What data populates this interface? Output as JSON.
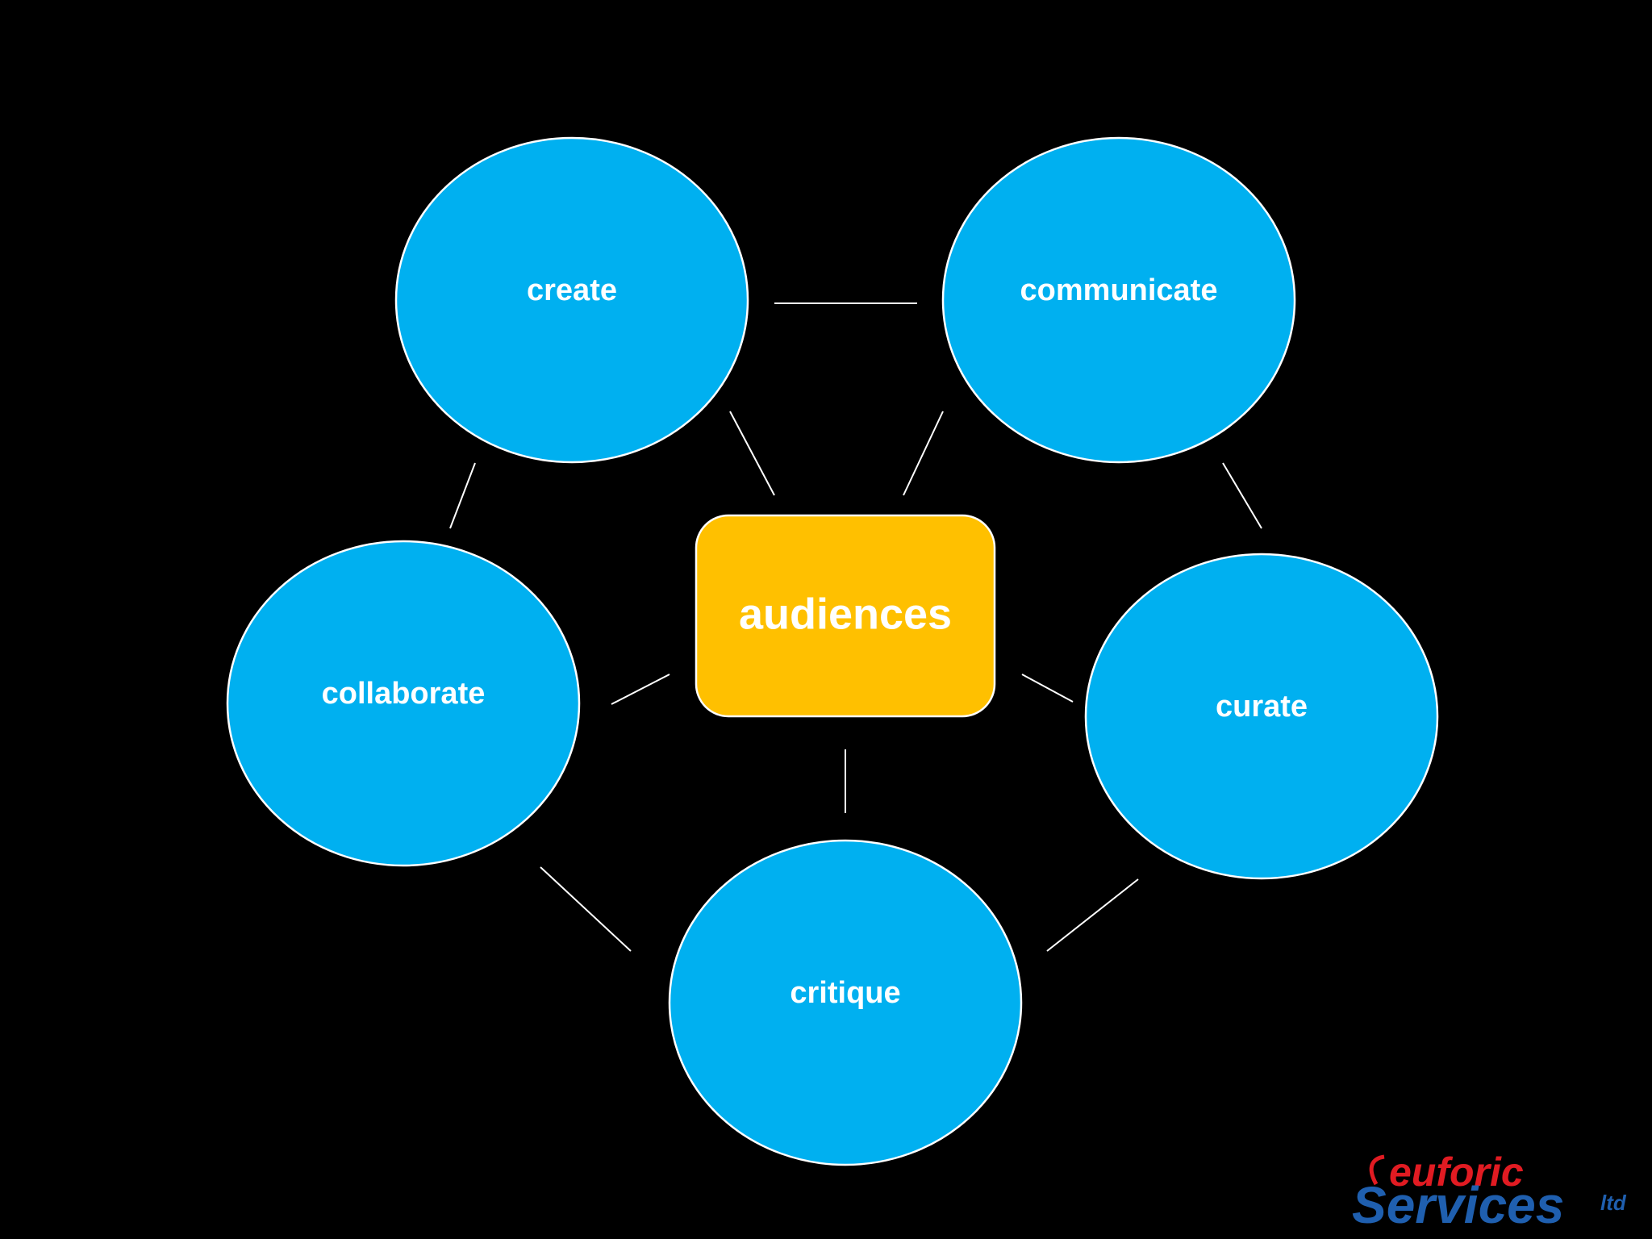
{
  "diagram": {
    "center": {
      "label": "audiences"
    },
    "nodes": [
      {
        "id": "create",
        "label": "create"
      },
      {
        "id": "communicate",
        "label": "communicate"
      },
      {
        "id": "collaborate",
        "label": "collaborate"
      },
      {
        "id": "curate",
        "label": "curate"
      },
      {
        "id": "critique",
        "label": "critique"
      }
    ]
  },
  "logo": {
    "top": "euforic",
    "bottom": "Services",
    "suffix": "ltd"
  },
  "colors": {
    "background": "#000000",
    "node_fill": "#00B0F0",
    "center_fill": "#FFC000",
    "text": "#FFFFFF",
    "logo_red": "#E11B22",
    "logo_blue": "#1F5FAF"
  }
}
